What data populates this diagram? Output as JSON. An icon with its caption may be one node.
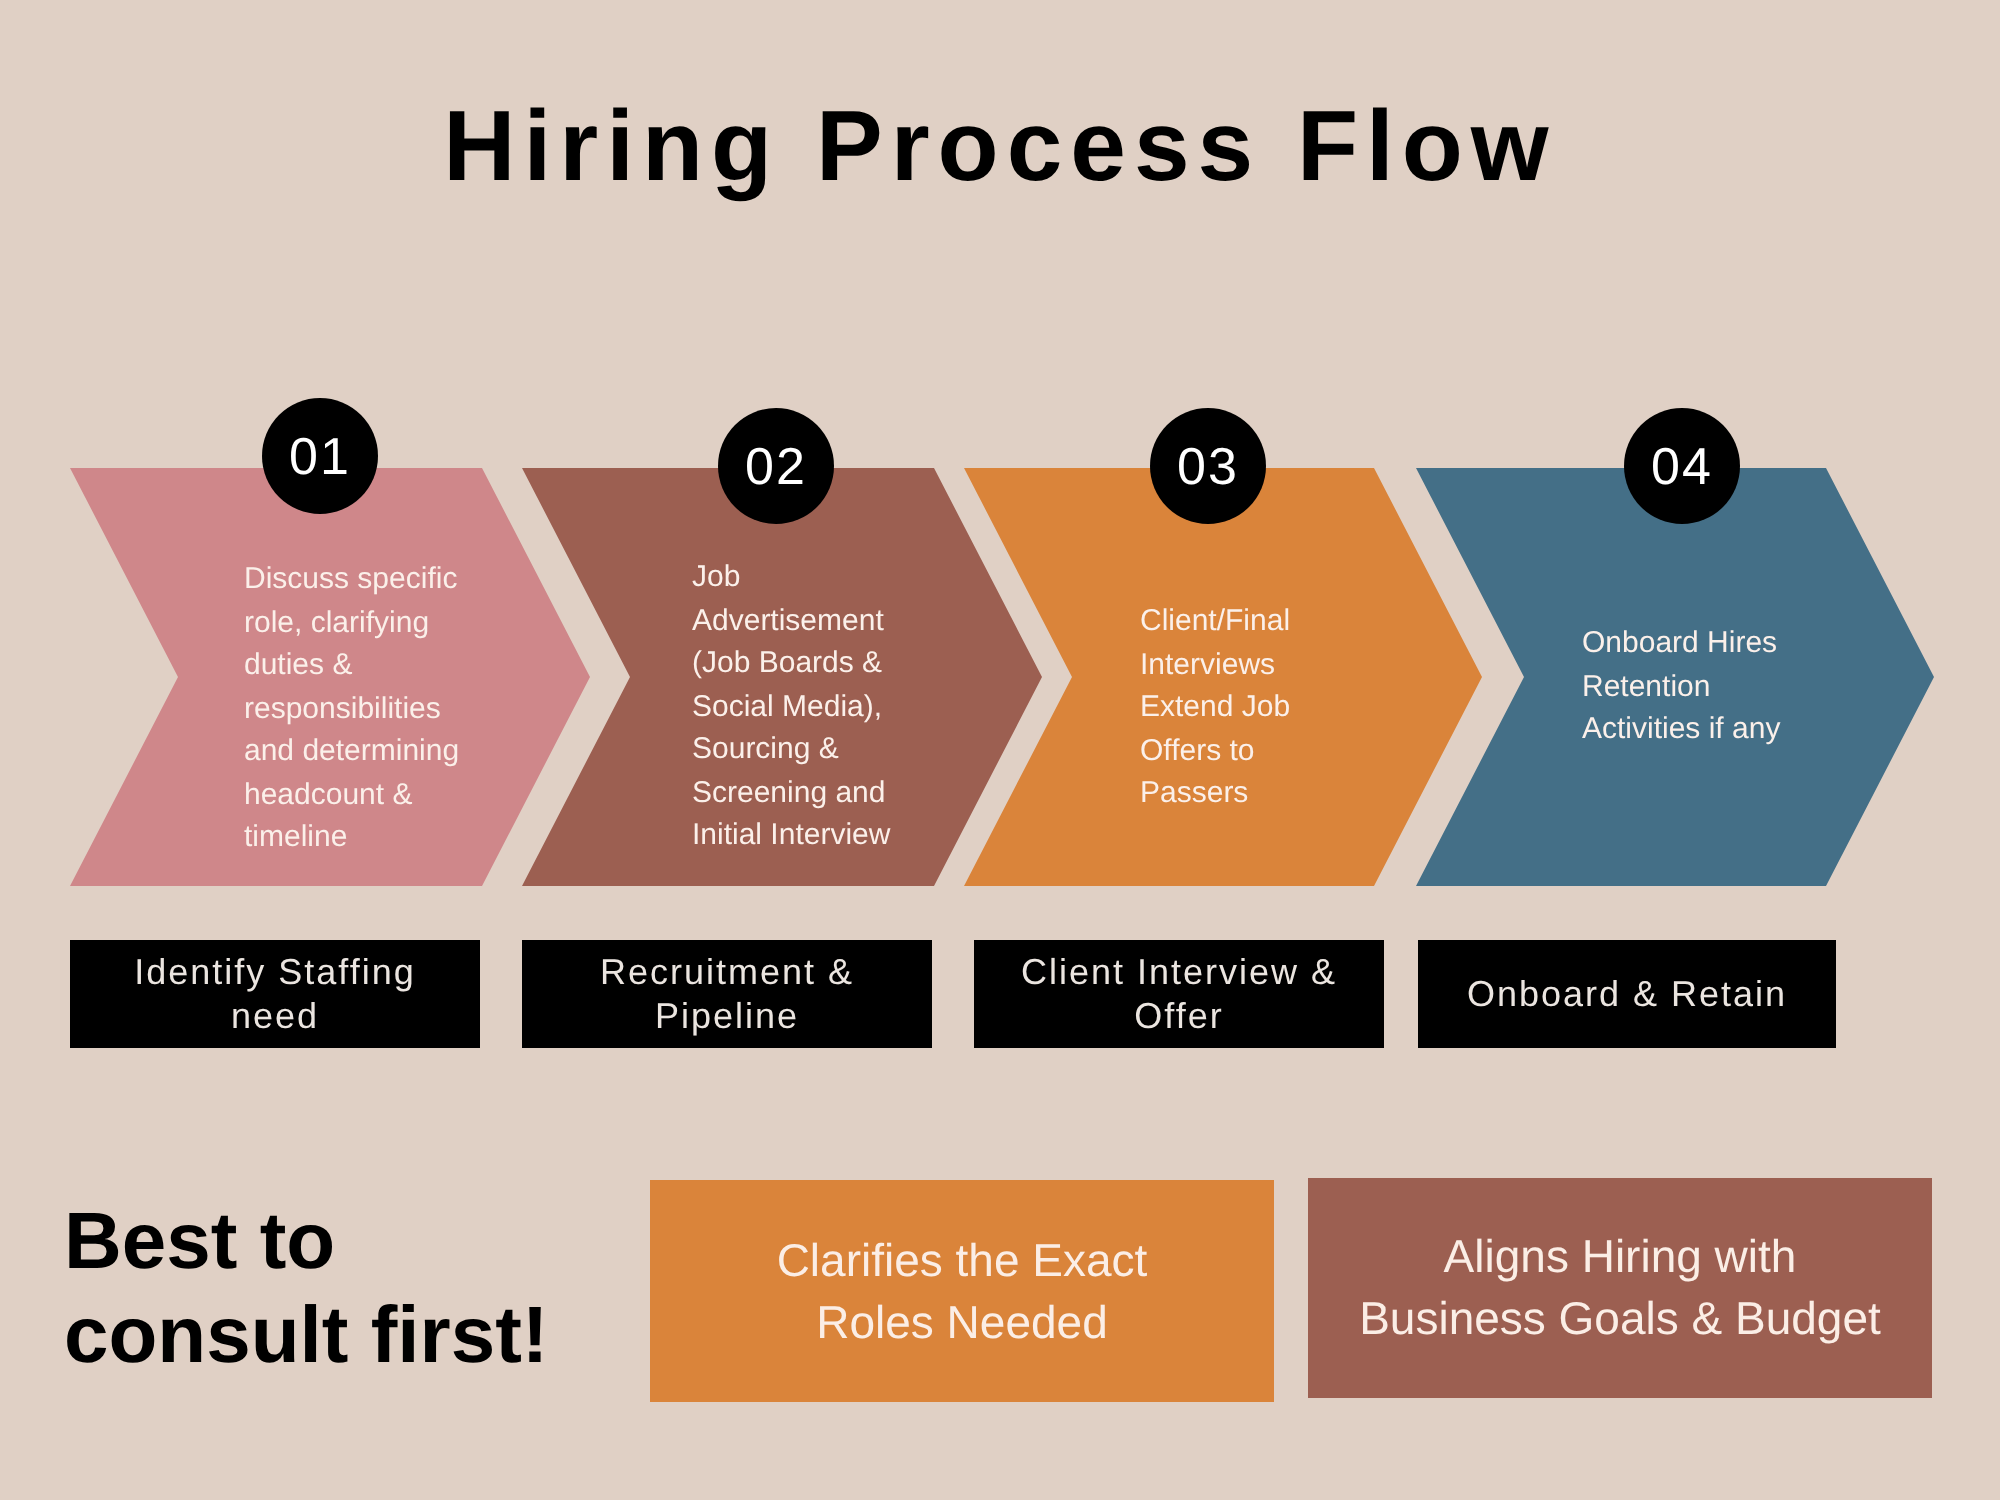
{
  "diagram": {
    "title": "Hiring Process Flow",
    "nodes": [
      {
        "text": [
          "01"
        ]
      },
      {
        "text": [
          "Discuss specific role, clarifying duties & responsibilities and determining headcount & timeline"
        ]
      },
      {
        "text": [
          "Identify Staffing need"
        ]
      },
      {
        "text": [
          "02"
        ]
      },
      {
        "text": [
          "Job Advertisement (Job Boards & Social Media), Sourcing & Screening and Initial Interview"
        ]
      },
      {
        "text": [
          "Recruitment & Pipeline"
        ]
      },
      {
        "text": [
          "03"
        ]
      },
      {
        "text": [
          "Client/Final Interviews Extend Job Offers to Passers"
        ]
      },
      {
        "text": [
          "Client Interview & Offer"
        ]
      },
      {
        "text": [
          "04"
        ]
      },
      {
        "text": [
          "Onboard Hires Retention Activities if any"
        ]
      },
      {
        "text": [
          "Onboard & Retain"
        ]
      },
      {
        "text": [
          "Clarifies the Exact Roles Needed"
        ]
      },
      {
        "text": [
          "Aligns Hiring with Business Goals & Budget"
        ]
      }
    ],
    "labels": [
      "Best to consult first!"
    ]
  }
}
